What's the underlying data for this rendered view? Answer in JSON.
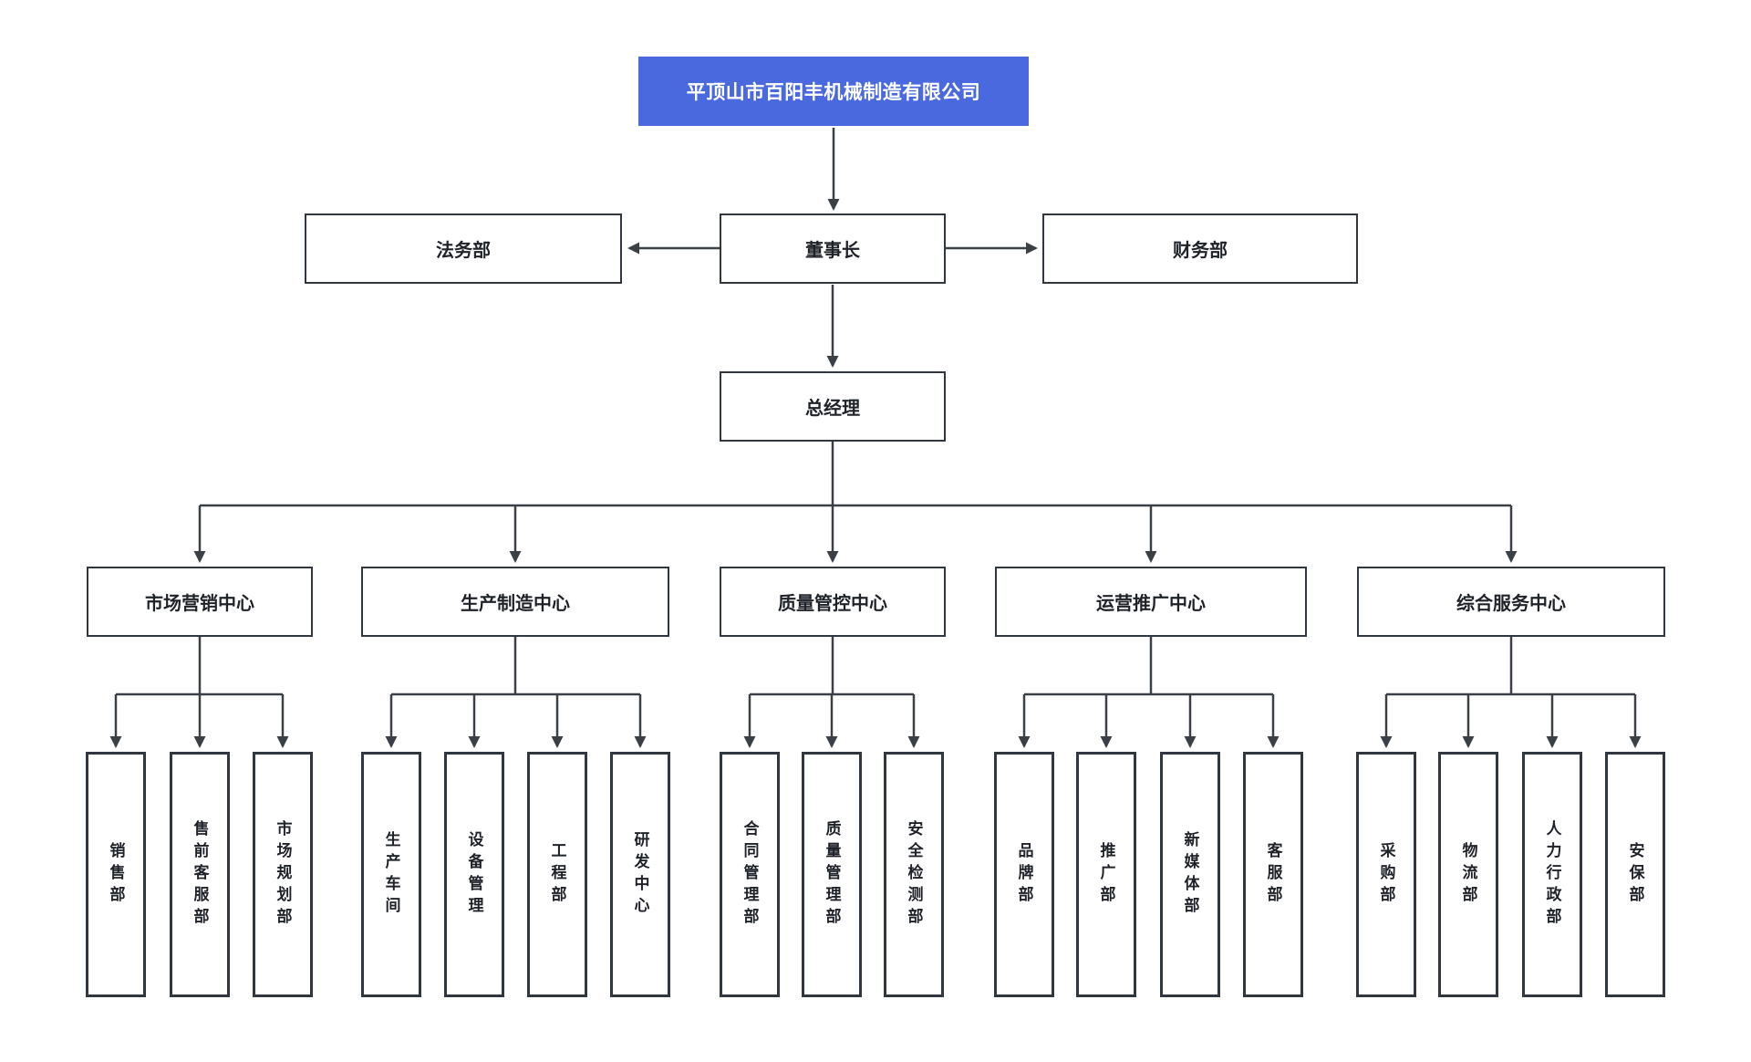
{
  "org": {
    "company": "平顶山市百阳丰机械制造有限公司",
    "chairman": "董事长",
    "legal": "法务部",
    "finance": "财务部",
    "general_manager": "总经理",
    "centers": [
      {
        "label": "市场营销中心",
        "departments": [
          "销售部",
          "售前客服部",
          "市场规划部"
        ]
      },
      {
        "label": "生产制造中心",
        "departments": [
          "生产车间",
          "设备管理",
          "工程部",
          "研发中心"
        ]
      },
      {
        "label": "质量管控中心",
        "departments": [
          "合同管理部",
          "质量管理部",
          "安全检测部"
        ]
      },
      {
        "label": "运营推广中心",
        "departments": [
          "品牌部",
          "推广部",
          "新媒体部",
          "客服部"
        ]
      },
      {
        "label": "综合服务中心",
        "departments": [
          "采购部",
          "物流部",
          "人力行政部",
          "安保部"
        ]
      }
    ],
    "colors": {
      "root_bg": "#4a69de",
      "root_text": "#ffffff",
      "line": "#3a4046",
      "box_border": "#30373e",
      "box_text": "#1f2329",
      "background": "#ffffff"
    }
  }
}
